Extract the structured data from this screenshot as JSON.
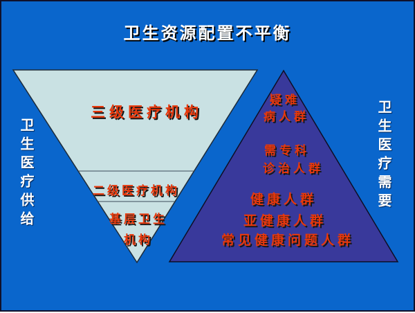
{
  "slide": {
    "title": "卫生资源配置不平衡",
    "left_vertical_label": "卫生医疗供给",
    "right_vertical_label": "卫生医疗需要"
  },
  "supply_pyramid": {
    "tier1": "三级医疗机构",
    "tier2": "二级医疗机构",
    "tier3_line1": "基层卫生",
    "tier3_line2": "机构"
  },
  "demand_pyramid": {
    "group1_line1": "疑难",
    "group1_line2": "病人群",
    "group2_line1": "需专科",
    "group2_line2": "诊治人群",
    "group3": "健康人群",
    "group4": "亚健康人群",
    "group5": "常见健康问题人群"
  },
  "colors": {
    "background": "#0a66cc",
    "slide_border": "#10102a",
    "supply_triangle_fill": "#c9e1e3",
    "demand_triangle_fill": "#39399b",
    "label_text": "#e8380b",
    "title_text": "#ffffff"
  }
}
